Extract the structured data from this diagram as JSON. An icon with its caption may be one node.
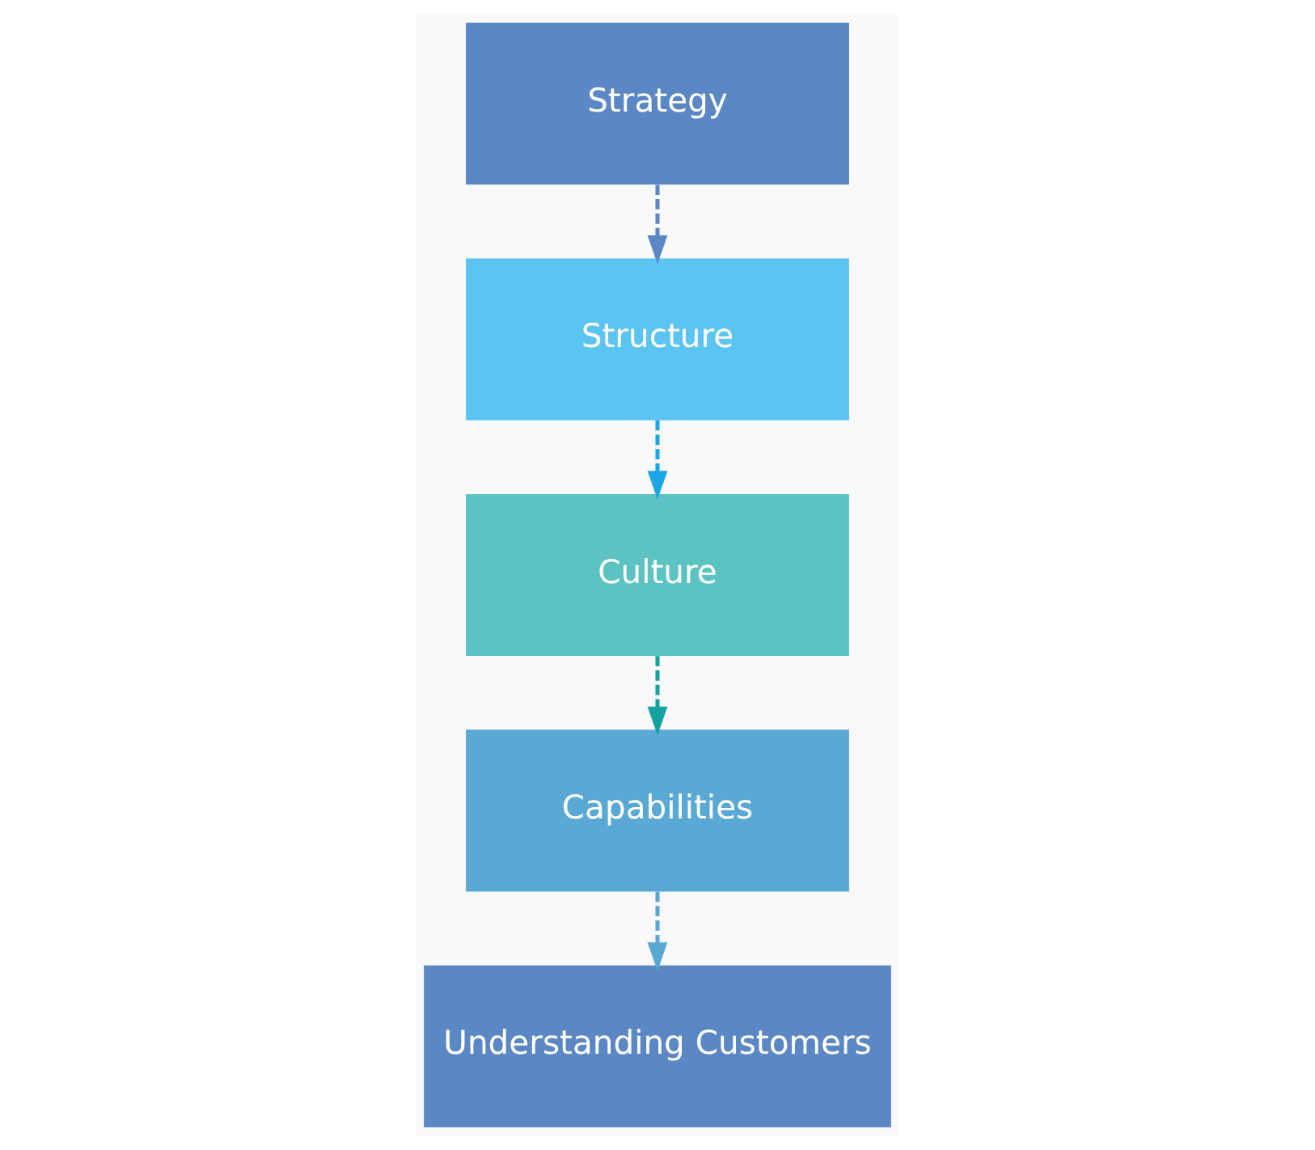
{
  "diagram": {
    "nodes": [
      {
        "text": [
          "Strategy"
        ]
      },
      {
        "text": [
          "Structure"
        ]
      },
      {
        "text": [
          "Culture"
        ]
      },
      {
        "text": [
          "Capabilities"
        ]
      },
      {
        "text": [
          "Understanding Customers"
        ]
      }
    ],
    "edges": [
      {
        "from": 0,
        "to": 1,
        "arrow": "to",
        "style": "dashed",
        "color": "#5b87c5"
      },
      {
        "from": 1,
        "to": 2,
        "arrow": "to",
        "style": "dashed",
        "color": "#1ba6e6"
      },
      {
        "from": 2,
        "to": 3,
        "arrow": "to",
        "style": "dashed",
        "color": "#14a3a0"
      },
      {
        "from": 3,
        "to": 4,
        "arrow": "to",
        "style": "dashed",
        "color": "#5aa8d4"
      }
    ]
  }
}
